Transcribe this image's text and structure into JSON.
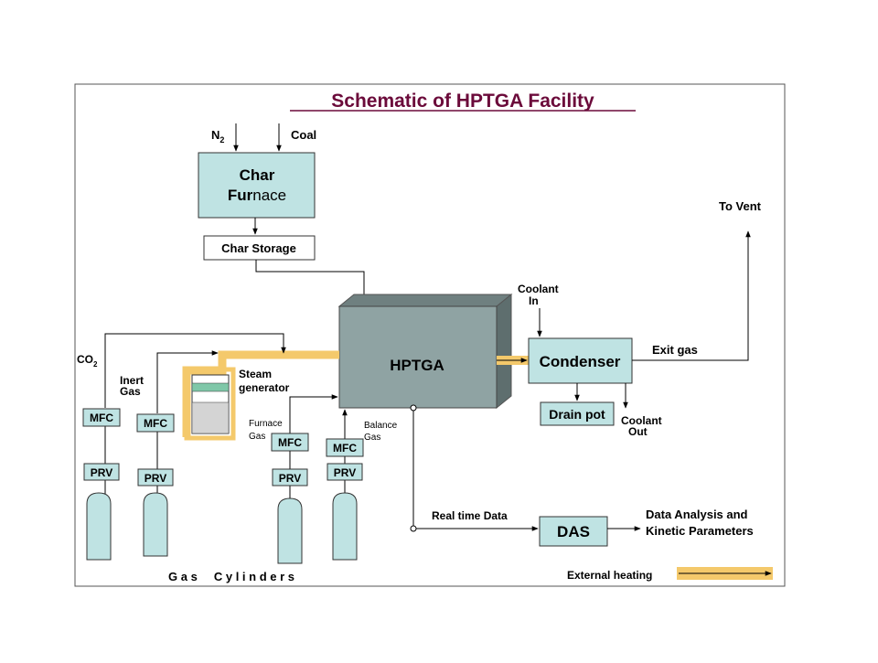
{
  "title": "Schematic of HPTGA Facility",
  "colors": {
    "box_fill": "#bfe3e3",
    "hptga_fill": "#8fa3a3",
    "hptga_top": "#6f8080",
    "heating": "#f4c96b",
    "title": "#6b0a3a",
    "cylinder": "#bfe3e3"
  },
  "inputs": {
    "n2": "N",
    "n2_sub": "2",
    "coal": "Coal"
  },
  "char_furnace": {
    "line1": "Char",
    "line2_a": "Fur",
    "line2_b": "nace"
  },
  "char_storage": "Char Storage",
  "hptga": "HPTGA",
  "condenser": "Condenser",
  "drain_pot": "Drain pot",
  "das": "DAS",
  "coolant_in": {
    "line1": "Coolant",
    "line2": "In"
  },
  "coolant_out": {
    "line1": "Coolant",
    "line2": "Out"
  },
  "to_vent": "To Vent",
  "exit_gas": "Exit gas",
  "real_time_data": "Real time Data",
  "data_analysis": {
    "line1": "Data Analysis and",
    "line2": "Kinetic Parameters"
  },
  "co2": {
    "main": "CO",
    "sub": "2"
  },
  "inert_gas": {
    "line1": "Inert",
    "line2": "Gas"
  },
  "steam_generator": {
    "line1": "Steam",
    "line2": "generator"
  },
  "furnace_gas": {
    "line1": "Furnace",
    "line2": "Gas"
  },
  "balance_gas": {
    "line1": "Balance",
    "line2": "Gas"
  },
  "mfc": "MFC",
  "prv": "PRV",
  "gas_cylinders": "G a s     C y l i n d e r s",
  "external_heating": "External heating"
}
